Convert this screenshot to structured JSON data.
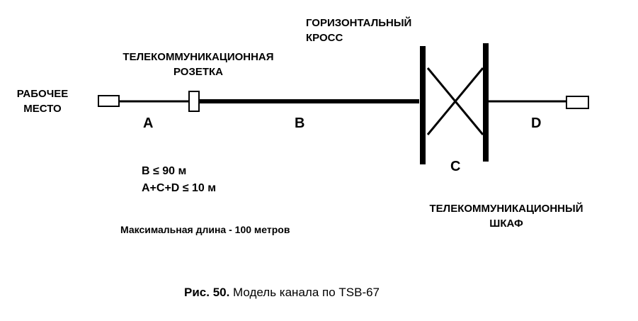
{
  "labels": {
    "workplace": [
      "РАБОЧЕЕ",
      "МЕСТО"
    ],
    "outlet": [
      "ТЕЛЕКОММУНИКАЦИОННАЯ",
      "РОЗЕТКА"
    ],
    "cross": [
      "ГОРИЗОНТАЛЬНЫЙ",
      "КРОСС"
    ],
    "closet": [
      "ТЕЛЕКОММУНИКАЦИОННЫЙ",
      "ШКАФ"
    ]
  },
  "segments": {
    "a": "A",
    "b": "B",
    "c": "C",
    "d": "D"
  },
  "constraints": [
    "B ≤ 90 м",
    "A+C+D ≤ 10 м"
  ],
  "max_length": "Максимальная длина - 100 метров",
  "caption": {
    "number": "Рис. 50.",
    "text": " Модель канала по TSB-67"
  }
}
